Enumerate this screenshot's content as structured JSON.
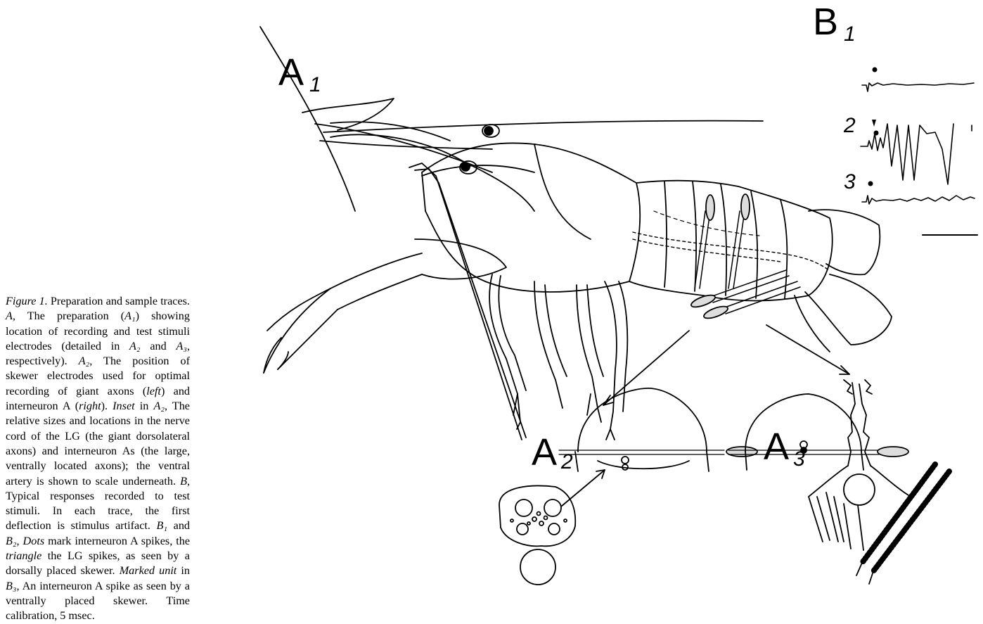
{
  "figure": {
    "caption": {
      "segments": [
        {
          "text": "Figure 1.",
          "italic": true
        },
        {
          "text": "  Preparation and sample traces. ",
          "italic": false
        },
        {
          "text": "A,",
          "italic": true
        },
        {
          "text": " The preparation (",
          "italic": false
        },
        {
          "text": "A₁",
          "italic": true
        },
        {
          "text": ") showing location of recording and test stimuli electrodes (detailed in ",
          "italic": false
        },
        {
          "text": "A₂",
          "italic": true
        },
        {
          "text": " and ",
          "italic": false
        },
        {
          "text": "A₃",
          "italic": true
        },
        {
          "text": ", respectively). ",
          "italic": false
        },
        {
          "text": "A₂",
          "italic": true
        },
        {
          "text": ", The position of skewer electrodes used for optimal recording of giant axons (",
          "italic": false
        },
        {
          "text": "left",
          "italic": true
        },
        {
          "text": ") and interneuron A (",
          "italic": false
        },
        {
          "text": "right",
          "italic": true
        },
        {
          "text": "). ",
          "italic": false
        },
        {
          "text": "Inset",
          "italic": true
        },
        {
          "text": " in ",
          "italic": false
        },
        {
          "text": "A₂",
          "italic": true
        },
        {
          "text": ", The relative sizes and locations in the nerve cord of the LG (the giant dorsolateral axons) and interneuron As (the large, ventrally located axons); the ventral artery is shown to scale underneath. ",
          "italic": false
        },
        {
          "text": "B,",
          "italic": true
        },
        {
          "text": " Typical responses recorded to test stimuli. In each trace, the first deflection is stimulus artifact. ",
          "italic": false
        },
        {
          "text": "B₁",
          "italic": true
        },
        {
          "text": " and ",
          "italic": false
        },
        {
          "text": "B₂",
          "italic": true
        },
        {
          "text": ", ",
          "italic": false
        },
        {
          "text": "Dots",
          "italic": true
        },
        {
          "text": " mark interneuron A spikes, the ",
          "italic": false
        },
        {
          "text": "triangle",
          "italic": true
        },
        {
          "text": " the LG spikes, as seen by a dorsally placed skewer. ",
          "italic": false
        },
        {
          "text": "Marked unit",
          "italic": true
        },
        {
          "text": " in ",
          "italic": false
        },
        {
          "text": "B₃",
          "italic": true
        },
        {
          "text": ", An interneuron A spike as seen by a ventrally placed skewer. Time calibration, 5 msec.",
          "italic": false
        }
      ]
    },
    "panels": {
      "a1": {
        "letter": "A",
        "sub": "1"
      },
      "a2": {
        "letter": "A",
        "sub": "2"
      },
      "a3": {
        "letter": "A",
        "sub": "3"
      },
      "b1": {
        "letter": "B",
        "sub": "1"
      },
      "b2": {
        "sub": "2"
      },
      "b3": {
        "sub": "3"
      }
    },
    "colors": {
      "ink": "#000000",
      "paper": "#ffffff"
    }
  }
}
